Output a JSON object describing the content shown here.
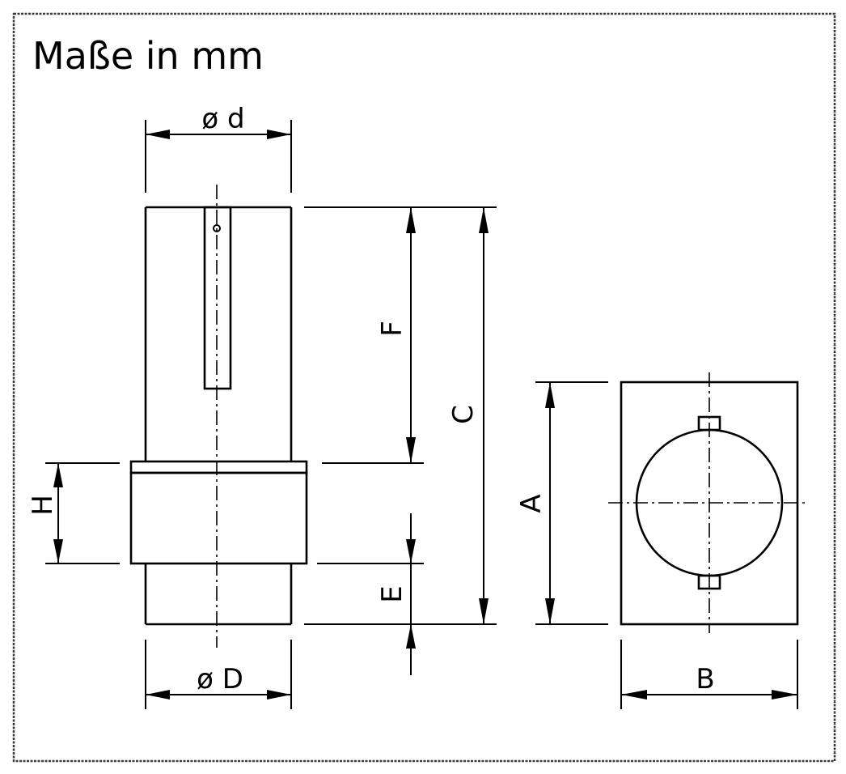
{
  "title": "Maße in mm",
  "labels": {
    "d_inner": "ø d",
    "d_outer": "ø D",
    "A": "A",
    "B": "B",
    "C": "C",
    "E": "E",
    "F": "F",
    "H": "H"
  }
}
